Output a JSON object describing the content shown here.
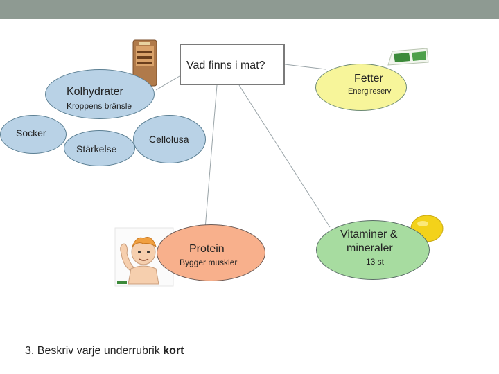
{
  "center": {
    "title": "Vad finns i mat?"
  },
  "nodes": {
    "kolhydrater": {
      "title": "Kolhydrater",
      "subtitle": "Kroppens bränsle"
    },
    "socker": {
      "title": "Socker"
    },
    "starkelse": {
      "title": "Stärkelse"
    },
    "cellolusa": {
      "title": "Cellolusa"
    },
    "fetter": {
      "title": "Fetter",
      "subtitle": "Energireserv"
    },
    "protein": {
      "title": "Protein",
      "subtitle": "Bygger muskler"
    },
    "vitaminer": {
      "title_line1": "Vitaminer &",
      "title_line2": "mineraler",
      "subtitle": "13 st"
    }
  },
  "instruction": {
    "prefix": "3. Beskriv varje underrubrik ",
    "bold": "kort"
  },
  "colors": {
    "topbar": "#8e9a92",
    "blue_node": "#b9d2e6",
    "fat_node": "#f7f59a",
    "protein_node": "#f8b08c",
    "vitamin_node": "#a7dca0"
  }
}
